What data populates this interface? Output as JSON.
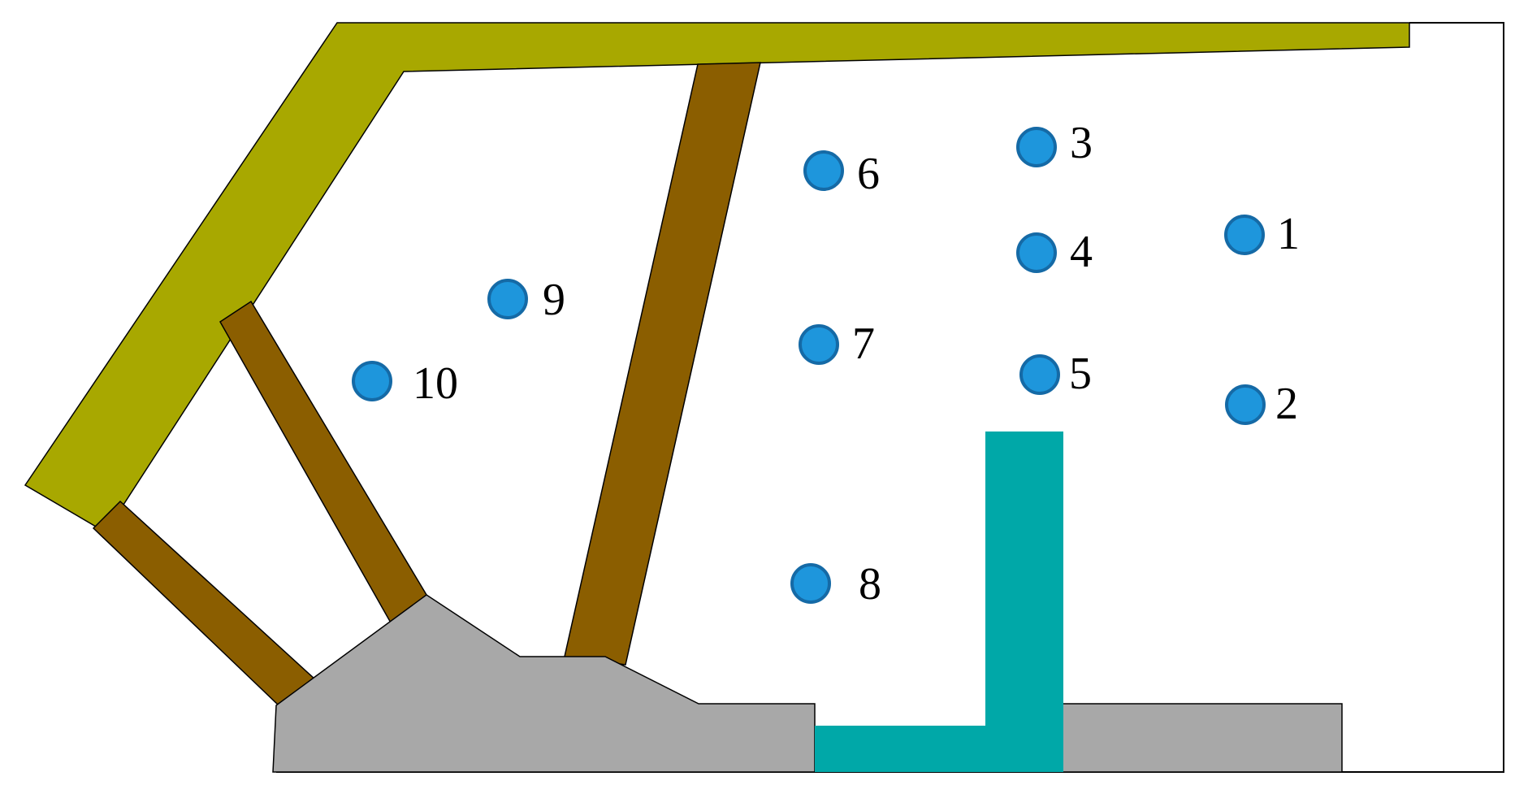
{
  "colors": {
    "olive": "#a8a800",
    "brown": "#8b5e00",
    "gray": "#a8a8a8",
    "teal": "#00a8a8",
    "point_fill": "#1e96dc",
    "point_stroke": "#156aa6",
    "outline": "#000000"
  },
  "points": [
    {
      "label": "1"
    },
    {
      "label": "2"
    },
    {
      "label": "3"
    },
    {
      "label": "4"
    },
    {
      "label": "5"
    },
    {
      "label": "6"
    },
    {
      "label": "7"
    },
    {
      "label": "8"
    },
    {
      "label": "9"
    },
    {
      "label": "10"
    }
  ]
}
